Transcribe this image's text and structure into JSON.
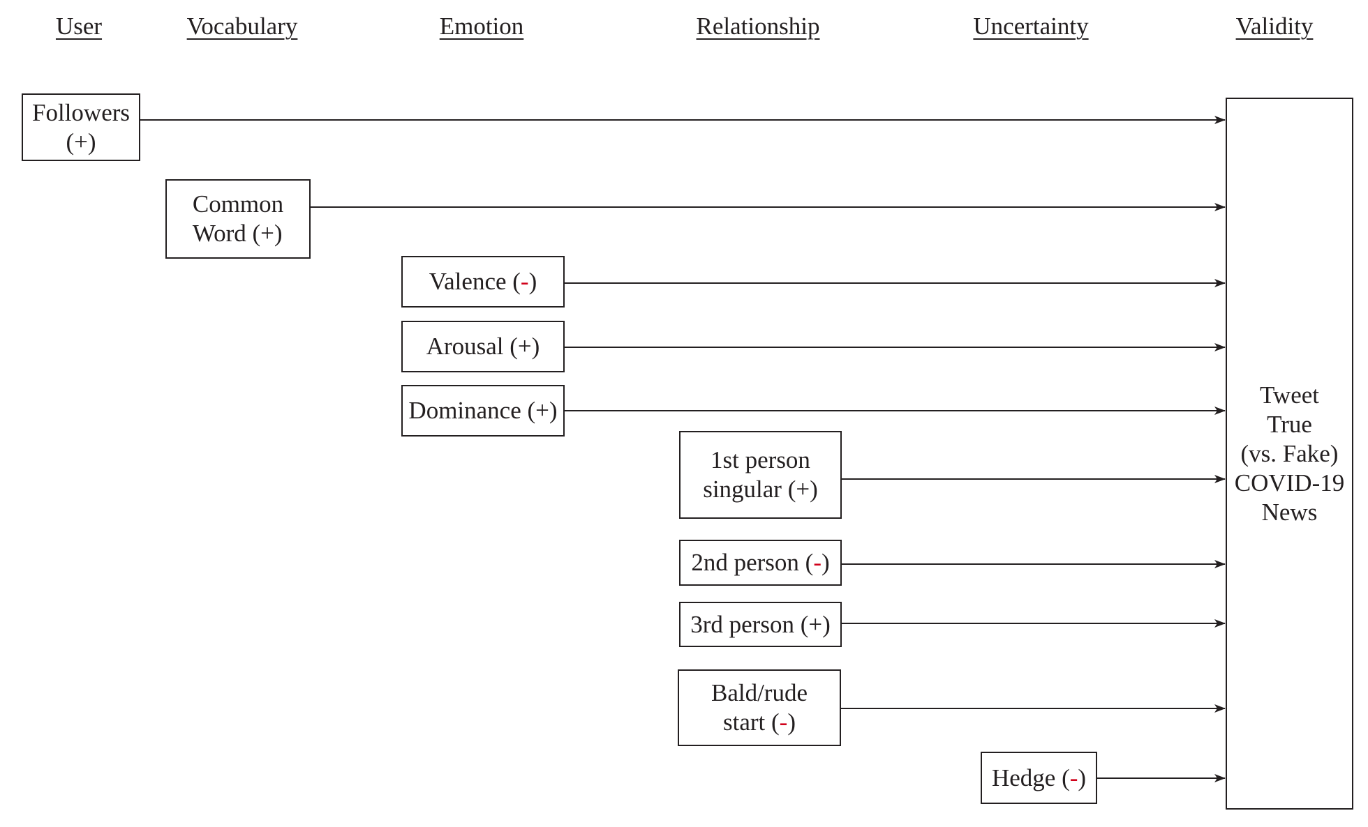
{
  "headers": {
    "user": "User",
    "vocabulary": "Vocabulary",
    "emotion": "Emotion",
    "relationship": "Relationship",
    "uncertainty": "Uncertainty",
    "validity": "Validity"
  },
  "predictors": {
    "followers": {
      "line1": "Followers",
      "sign": "+"
    },
    "common_word": {
      "line1": "Common",
      "line2_prefix": "Word ",
      "sign": "+"
    },
    "valence": {
      "label": "Valence ",
      "sign": "-"
    },
    "arousal": {
      "label": "Arousal ",
      "sign": "+"
    },
    "dominance": {
      "label": "Dominance ",
      "sign": "+"
    },
    "first_person": {
      "line1": "1st person",
      "line2_prefix": "singular ",
      "sign": "+"
    },
    "second_person": {
      "label": "2nd person ",
      "sign": "-"
    },
    "third_person": {
      "label": "3rd person ",
      "sign": "+"
    },
    "bald_rude": {
      "line1": "Bald/rude",
      "line2_prefix": "start ",
      "sign": "-"
    },
    "hedge": {
      "label": "Hedge ",
      "sign": "-"
    }
  },
  "outcome": {
    "line1": "Tweet",
    "line2": "True",
    "line3": "(vs. Fake)",
    "line4": "COVID-19",
    "line5": "News"
  },
  "colors": {
    "ink": "#231f20",
    "negative_sign": "#d0021b"
  }
}
